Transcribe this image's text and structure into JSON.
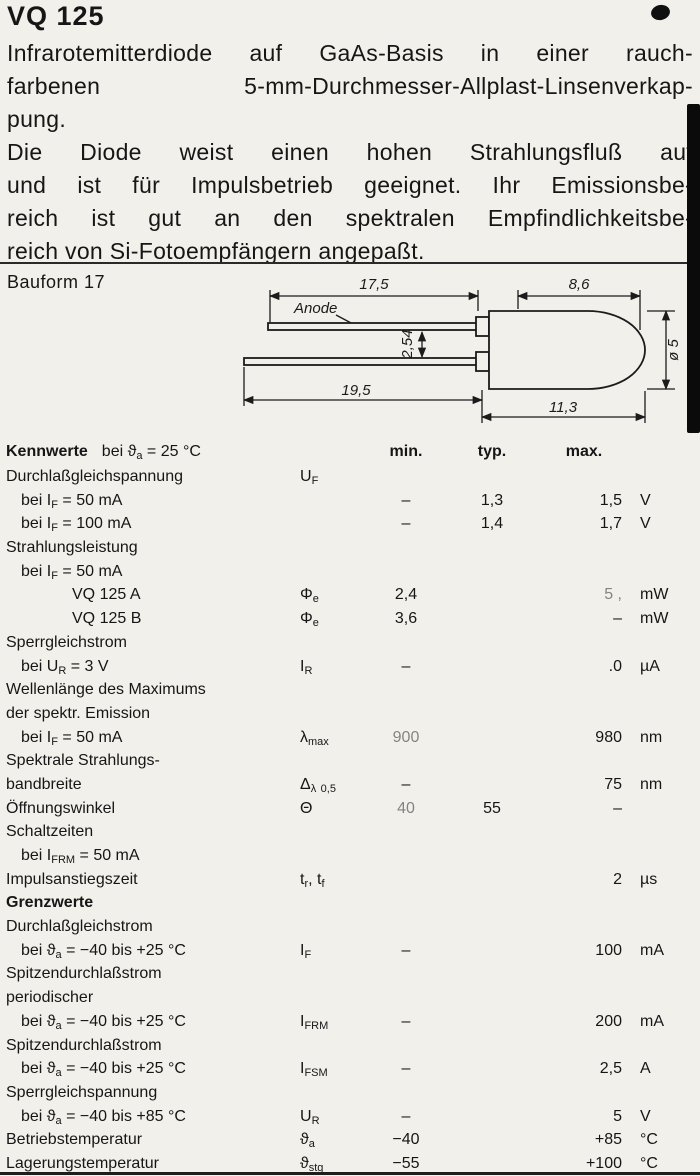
{
  "colors": {
    "paper": "#f2f0eb",
    "ink": "#161616",
    "scan_artifact": "#0b0b0b"
  },
  "header": {
    "title": "VQ 125"
  },
  "intro": {
    "lines": [
      "Infrarotemitterdiode auf GaAs-Basis in einer rauch-",
      "farbenen 5-mm-Durchmesser-Allplast-Linsenverkap-",
      "pung.",
      "Die Diode weist einen hohen Strahlungsfluß auf",
      "und ist für Impulsbetrieb geeignet. Ihr Emissionsbe-",
      "reich ist gut an den spektralen Empfindlichkeitsbe-",
      "reich von Si-Fotoempfängern angepaßt."
    ]
  },
  "bauform": {
    "label": "Bauform 17",
    "dims": {
      "top_lead_length": "17,5",
      "dome_length": "8,6",
      "anode": "Anode",
      "lead_pitch": "2,54",
      "bottom_lead_length": "19,5",
      "package_length": "11,3",
      "diameter": "ø 5"
    }
  },
  "table": {
    "heading": {
      "kennwerte": "Kennwerte",
      "condition": "bei ϑ_{a} = 25 °C"
    },
    "columns": {
      "min": "min.",
      "typ": "typ.",
      "max": "max."
    },
    "rows": [
      {
        "label": "Durchlaßgleichspannung",
        "sym": "U_{F}"
      },
      {
        "label": "bei I_{F} =  50 mA",
        "ind": 1,
        "min": "–",
        "typ": "1,3",
        "max": "1,5",
        "unit": "V"
      },
      {
        "label": "bei I_{F} = 100 mA",
        "ind": 1,
        "min": "–",
        "typ": "1,4",
        "max": "1,7",
        "unit": "V"
      },
      {
        "label": "Strahlungsleistung"
      },
      {
        "label": "bei I_{F} = 50 mA",
        "ind": 1
      },
      {
        "label": "VQ 125 A",
        "ind": 2,
        "sym": "Φ_{e}",
        "min": "2,4",
        "max": "5 ,",
        "unit": "mW",
        "fmax": true
      },
      {
        "label": "VQ 125 B",
        "ind": 2,
        "sym": "Φ_{e}",
        "min": "3,6",
        "max": "–",
        "unit": "mW"
      },
      {
        "label": "Sperrgleichstrom"
      },
      {
        "label": "bei U_{R} = 3 V",
        "ind": 1,
        "sym": "I_{R}",
        "min": "–",
        "max": ".0",
        "unit": "µA"
      },
      {
        "label": "Wellenlänge des Maximums"
      },
      {
        "label": "der spektr. Emission"
      },
      {
        "label": "bei I_{F} = 50 mA",
        "ind": 1,
        "sym": "λ_{max}",
        "min": "900",
        "max": "980",
        "unit": "nm",
        "fmin": true
      },
      {
        "label": "Spektrale Strahlungs-"
      },
      {
        "label": "bandbreite",
        "sym": "Δ_{λ} _{0,5}",
        "min": "–",
        "max": "75",
        "unit": "nm"
      },
      {
        "label": "Öffnungswinkel",
        "sym": "Θ",
        "min": "40",
        "typ": "55",
        "max": "–",
        "fmin": true
      },
      {
        "label": "Schaltzeiten"
      },
      {
        "label": "bei I_{FRM} = 50 mA",
        "ind": 1
      },
      {
        "label": "Impulsanstiegszeit",
        "sym": "t_{r}, t_{f}",
        "max": "2",
        "unit": "µs"
      },
      {
        "label": "Grenzwerte",
        "bold": true
      },
      {
        "label": "Durchlaßgleichstrom"
      },
      {
        "label": "bei ϑ_{a} = −40 bis +25 °C",
        "ind": 1,
        "sym": "I_{F}",
        "min": "–",
        "max": "100",
        "unit": "mA"
      },
      {
        "label": "Spitzendurchlaßstrom"
      },
      {
        "label": "periodischer"
      },
      {
        "label": "bei ϑ_{a} = −40 bis +25 °C",
        "ind": 1,
        "sym": "I_{FRM}",
        "min": "–",
        "max": "200",
        "unit": "mA"
      },
      {
        "label": "Spitzendurchlaßstrom"
      },
      {
        "label": "bei ϑ_{a} = −40 bis +25 °C",
        "ind": 1,
        "sym": "I_{FSM}",
        "min": "–",
        "max": "2,5",
        "unit": "A"
      },
      {
        "label": "Sperrgleichspannung"
      },
      {
        "label": "bei ϑ_{a} = −40 bis +85 °C",
        "ind": 1,
        "sym": "U_{R}",
        "min": "–",
        "max": "5",
        "unit": "V"
      },
      {
        "label": "Betriebstemperatur",
        "sym": "ϑ_{a}",
        "min": "−40",
        "max": "+85",
        "unit": "°C"
      },
      {
        "label": "Lagerungstemperatur",
        "sym": "ϑ_{stg}",
        "min": "−55",
        "max": "+100",
        "unit": "°C"
      }
    ]
  }
}
